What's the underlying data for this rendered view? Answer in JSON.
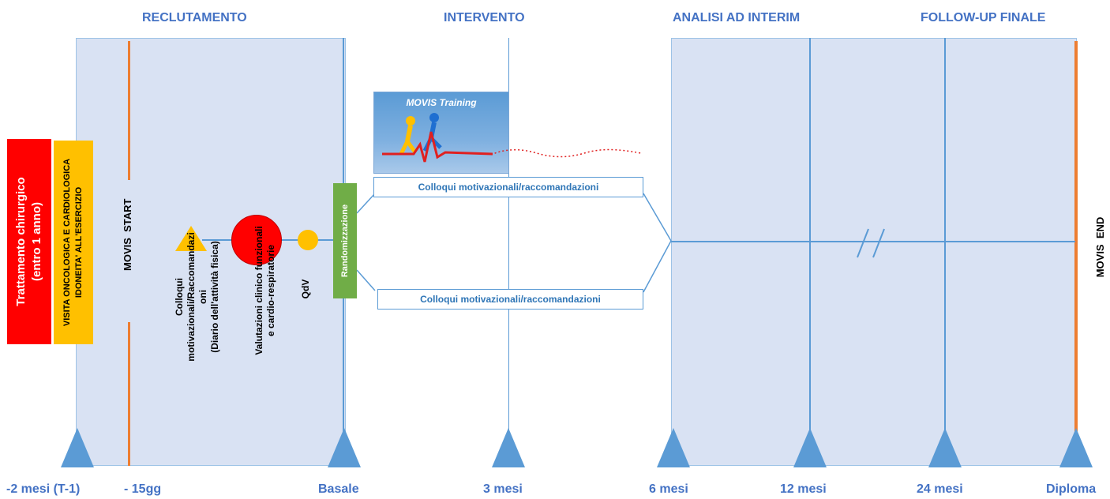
{
  "phases": {
    "reclutamento": "RECLUTAMENTO",
    "intervento": "INTERVENTO",
    "analisi": "ANALISI AD INTERIM",
    "followup": "FOLLOW-UP FINALE"
  },
  "timeline": [
    "-2 mesi (T-1)",
    "- 15gg",
    "Basale",
    "3 mesi",
    "6 mesi",
    "12 mesi",
    "24 mesi",
    "Diploma"
  ],
  "boxes": {
    "trattamento": "Trattamento chirurgico\n(entro 1 anno)",
    "visita": "VISITA ONCOLOGICA E CARDIOLOGICA\nIDONEITA' ALL'ESERCIZIO",
    "randomizzazione": "Randomizzazione"
  },
  "markers": {
    "movis_start": "MOVIS  START",
    "movis_end": "MOVIS  END"
  },
  "steps": {
    "colloqui": "Colloqui\nmotivazionali/Raccomandazi\noni\n(Diario dell'attività fisica)",
    "valutazioni": "Valutazioni clinico funzionali\ne cardio-respiratorie",
    "qdv": "QdV"
  },
  "intervention": {
    "movis_training": "MOVIS Training",
    "colloqui_top": "Colloqui motivazionali/raccomandazioni",
    "colloqui_bottom": "Colloqui motivazionali/raccomandazioni"
  },
  "colors": {
    "blue": "#4472c4",
    "panel": "#d9e2f3",
    "red": "#ff0000",
    "yellow": "#ffc000",
    "green": "#70ad47",
    "orange": "#ed7d31"
  }
}
